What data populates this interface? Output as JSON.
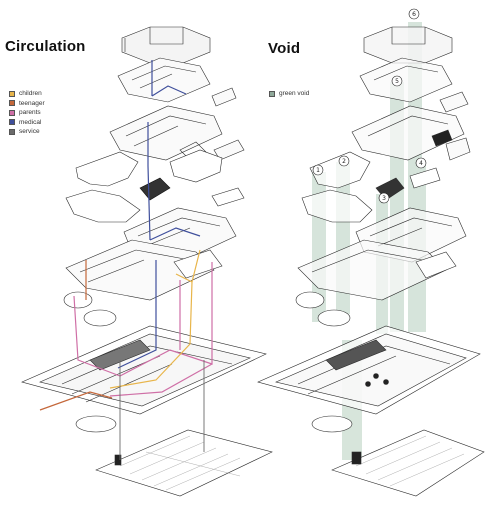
{
  "panels": {
    "left": {
      "title": "Circulation",
      "legend": [
        {
          "label": "children",
          "color": "#e8b54a"
        },
        {
          "label": "teenager",
          "color": "#c4673a"
        },
        {
          "label": "parents",
          "color": "#cf6fa6"
        },
        {
          "label": "medical",
          "color": "#3f4f9c"
        },
        {
          "label": "service",
          "color": "#6b6b6b"
        }
      ]
    },
    "right": {
      "title": "Void",
      "legend": [
        {
          "label": "green void",
          "color": "#8fa99a"
        }
      ],
      "void_markers": [
        "1",
        "2",
        "3",
        "4",
        "5",
        "6"
      ]
    }
  },
  "colors": {
    "line": "#2b2b2b",
    "void_fill": "#c9dccf"
  }
}
